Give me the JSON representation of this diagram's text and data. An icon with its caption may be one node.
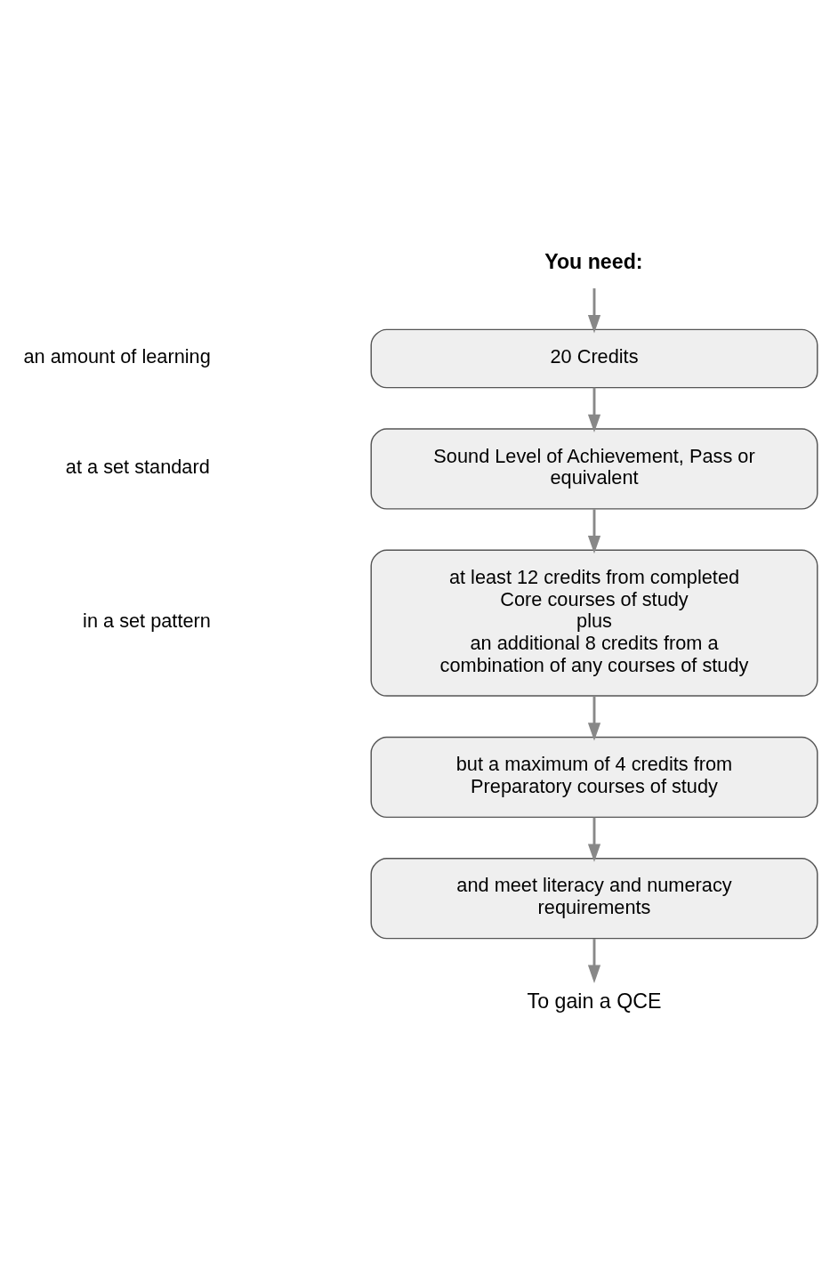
{
  "diagram": {
    "nodes": [
      {
        "text": [
          "You need:"
        ]
      },
      {
        "text": [
          "20 Credits"
        ]
      },
      {
        "text": [
          "Sound Level of Achievement, Pass or equivalent"
        ]
      },
      {
        "text": [
          "at least 12 credits from completed Core courses of study",
          "plus",
          "an additional 8 credits from a combination of any courses of study"
        ]
      },
      {
        "text": [
          "but a maximum of 4 credits from Preparatory courses of study"
        ]
      },
      {
        "text": [
          "and meet literacy and numeracy requirements"
        ]
      },
      {
        "text": [
          "To gain a QCE"
        ]
      }
    ],
    "edges": [
      {
        "from": 0,
        "to": 1,
        "arrow": "to"
      },
      {
        "from": 1,
        "to": 2,
        "arrow": "to"
      },
      {
        "from": 2,
        "to": 3,
        "arrow": "to"
      },
      {
        "from": 3,
        "to": 4,
        "arrow": "to"
      },
      {
        "from": 4,
        "to": 5,
        "arrow": "to"
      },
      {
        "from": 5,
        "to": 6,
        "arrow": "to"
      }
    ],
    "labels": [
      "an amount of learning",
      "at a set standard",
      "in a set pattern"
    ]
  }
}
